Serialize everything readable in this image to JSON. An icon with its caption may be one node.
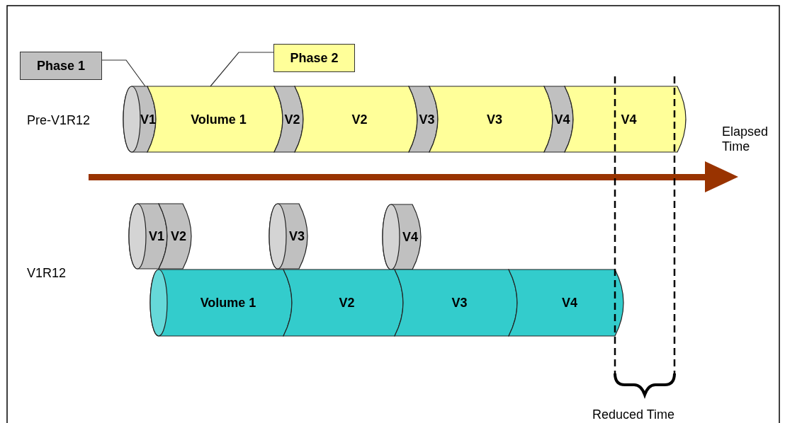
{
  "diagram": {
    "nodes": [
      {
        "text": [
          "Phase 1"
        ]
      },
      {
        "text": [
          "Phase 2"
        ]
      },
      {
        "text": [
          "V1"
        ]
      },
      {
        "text": [
          "Volume 1"
        ]
      },
      {
        "text": [
          "V2"
        ]
      },
      {
        "text": [
          "V2"
        ]
      },
      {
        "text": [
          "V3"
        ]
      },
      {
        "text": [
          "V3"
        ]
      },
      {
        "text": [
          "V4"
        ]
      },
      {
        "text": [
          "V4"
        ]
      },
      {
        "text": [
          "V1"
        ]
      },
      {
        "text": [
          "V2"
        ]
      },
      {
        "text": [
          "V3"
        ]
      },
      {
        "text": [
          "V4"
        ]
      },
      {
        "text": [
          "Volume 1"
        ]
      },
      {
        "text": [
          "V2"
        ]
      },
      {
        "text": [
          "V3"
        ]
      },
      {
        "text": [
          "V4"
        ]
      }
    ],
    "edges": [
      {
        "from": 0,
        "to": 2,
        "arrow": "none"
      },
      {
        "from": 1,
        "to": 3,
        "arrow": "none"
      }
    ],
    "labels": [
      "Pre-V1R12",
      "Elapsed Time",
      "V1R12",
      "Reduced Time"
    ]
  }
}
